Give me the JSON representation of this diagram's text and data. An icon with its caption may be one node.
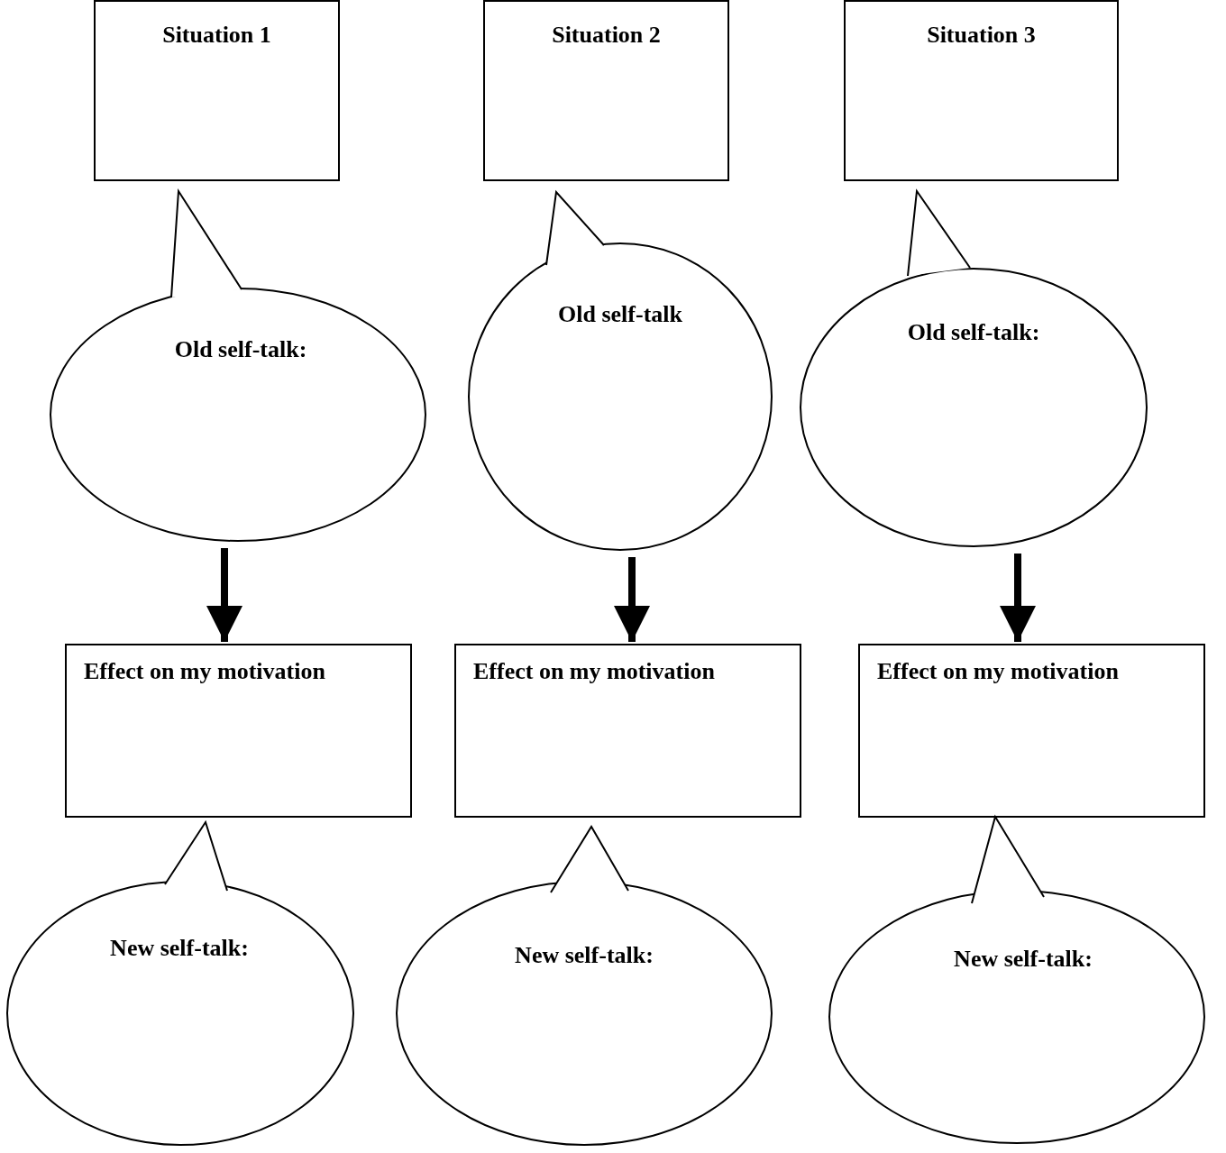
{
  "diagram": {
    "nodes": [
      {
        "text": [
          "Situation 1"
        ]
      },
      {
        "text": [
          "Situation 2"
        ]
      },
      {
        "text": [
          "Situation 3"
        ]
      },
      {
        "text": [
          "Old self-talk:"
        ]
      },
      {
        "text": [
          "Old self-talk"
        ]
      },
      {
        "text": [
          "Old self-talk:"
        ]
      },
      {
        "text": [
          "Effect on my motivation"
        ]
      },
      {
        "text": [
          "Effect on my motivation"
        ]
      },
      {
        "text": [
          "Effect on my motivation"
        ]
      },
      {
        "text": [
          "New self-talk:"
        ]
      },
      {
        "text": [
          "New self-talk:"
        ]
      },
      {
        "text": [
          "New self-talk:"
        ]
      }
    ],
    "edges": [
      {
        "from": 3,
        "to": 6,
        "arrow": "to"
      },
      {
        "from": 4,
        "to": 7,
        "arrow": "to"
      },
      {
        "from": 5,
        "to": 8,
        "arrow": "to"
      }
    ]
  }
}
